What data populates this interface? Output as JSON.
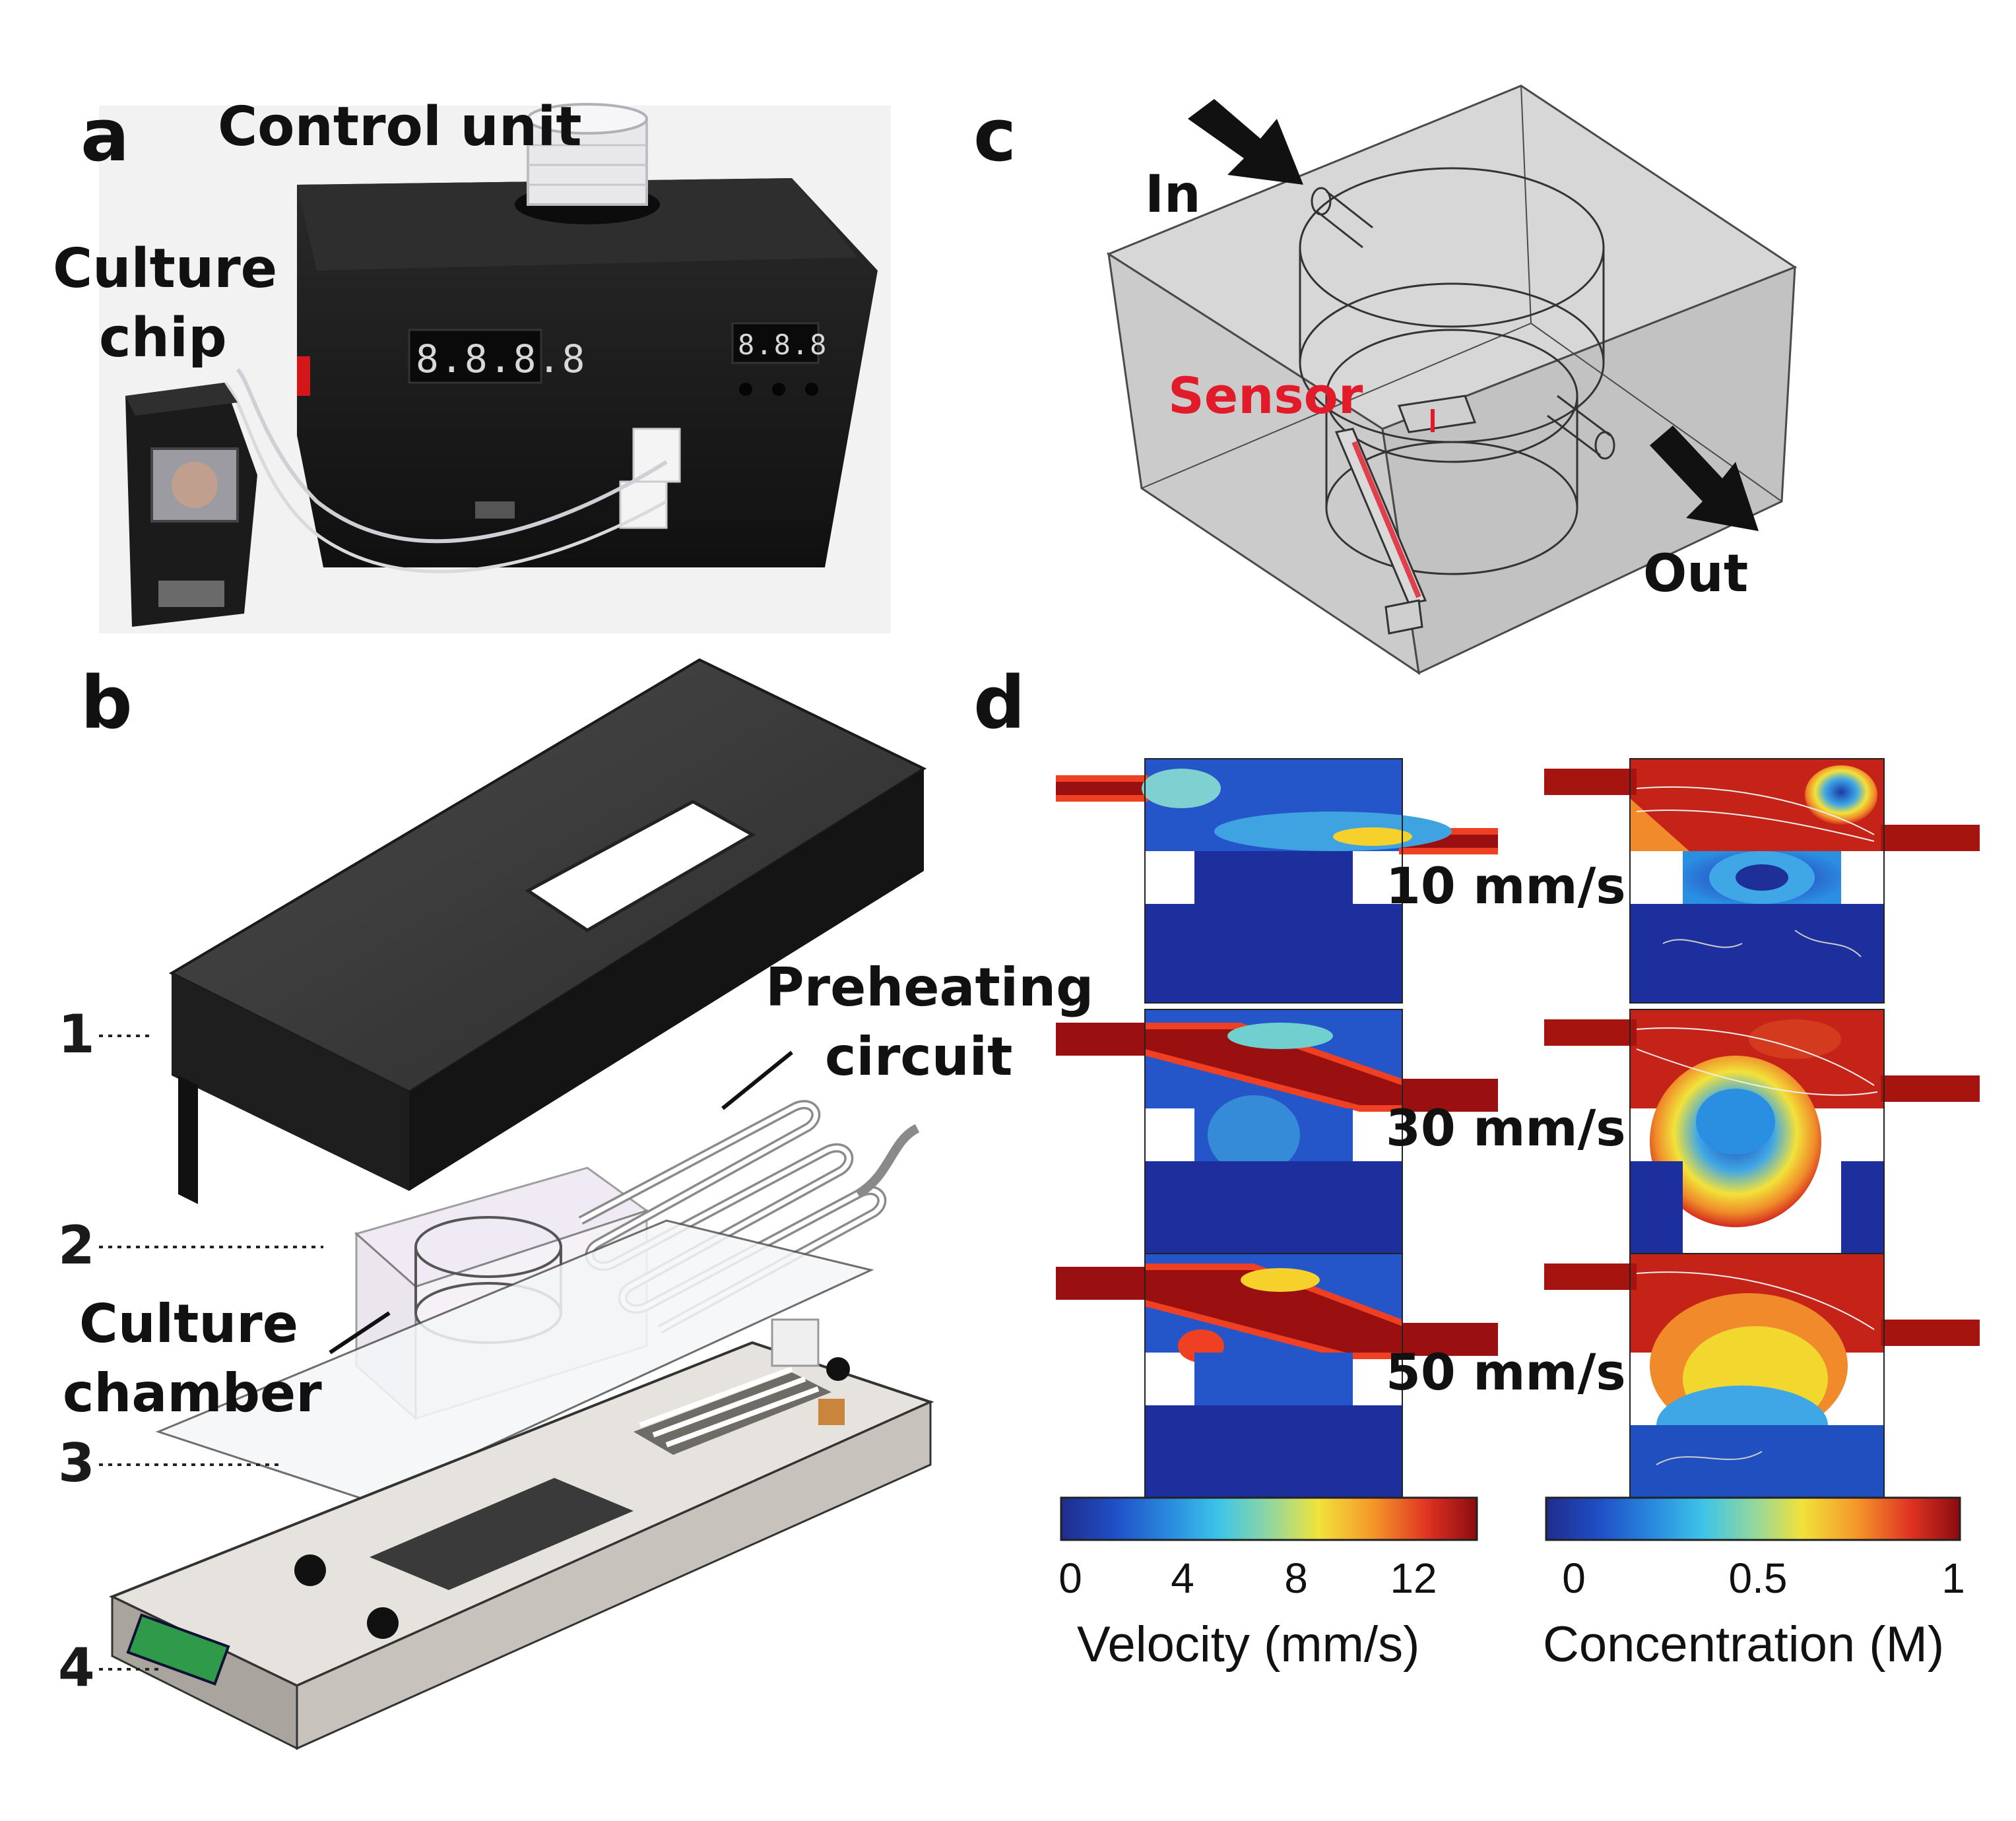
{
  "panels": {
    "a": {
      "label": "a",
      "control_unit": "Control unit",
      "culture_chip_line1": "Culture",
      "culture_chip_line2": "chip",
      "display_left": "8.8.8.8",
      "display_right": "8.8.8"
    },
    "b": {
      "label": "b",
      "preheating_line1": "Preheating",
      "preheating_line2": "circuit",
      "chamber_line1": "Culture",
      "chamber_line2": "chamber",
      "layers": [
        "1",
        "2",
        "3",
        "4"
      ]
    },
    "c": {
      "label": "c",
      "inlet": "In",
      "outlet": "Out",
      "sensor": "Sensor"
    },
    "d": {
      "label": "d",
      "speeds": [
        "10 mm/s",
        "30 mm/s",
        "50 mm/s"
      ],
      "velocity_colorbar": {
        "title": "Velocity (mm/s)",
        "ticks": [
          "0",
          "4",
          "8",
          "12"
        ],
        "range": [
          0,
          14.5
        ]
      },
      "concentration_colorbar": {
        "title": "Concentration (M)",
        "ticks": [
          "0",
          "0.5",
          "1"
        ],
        "range": [
          0,
          1
        ]
      }
    }
  },
  "colors": {
    "jet_low": "#1f2a8a",
    "jet_high": "#8b0b10",
    "sensor_red": "#e21b2a",
    "housing_black": "#1c1c1c"
  }
}
